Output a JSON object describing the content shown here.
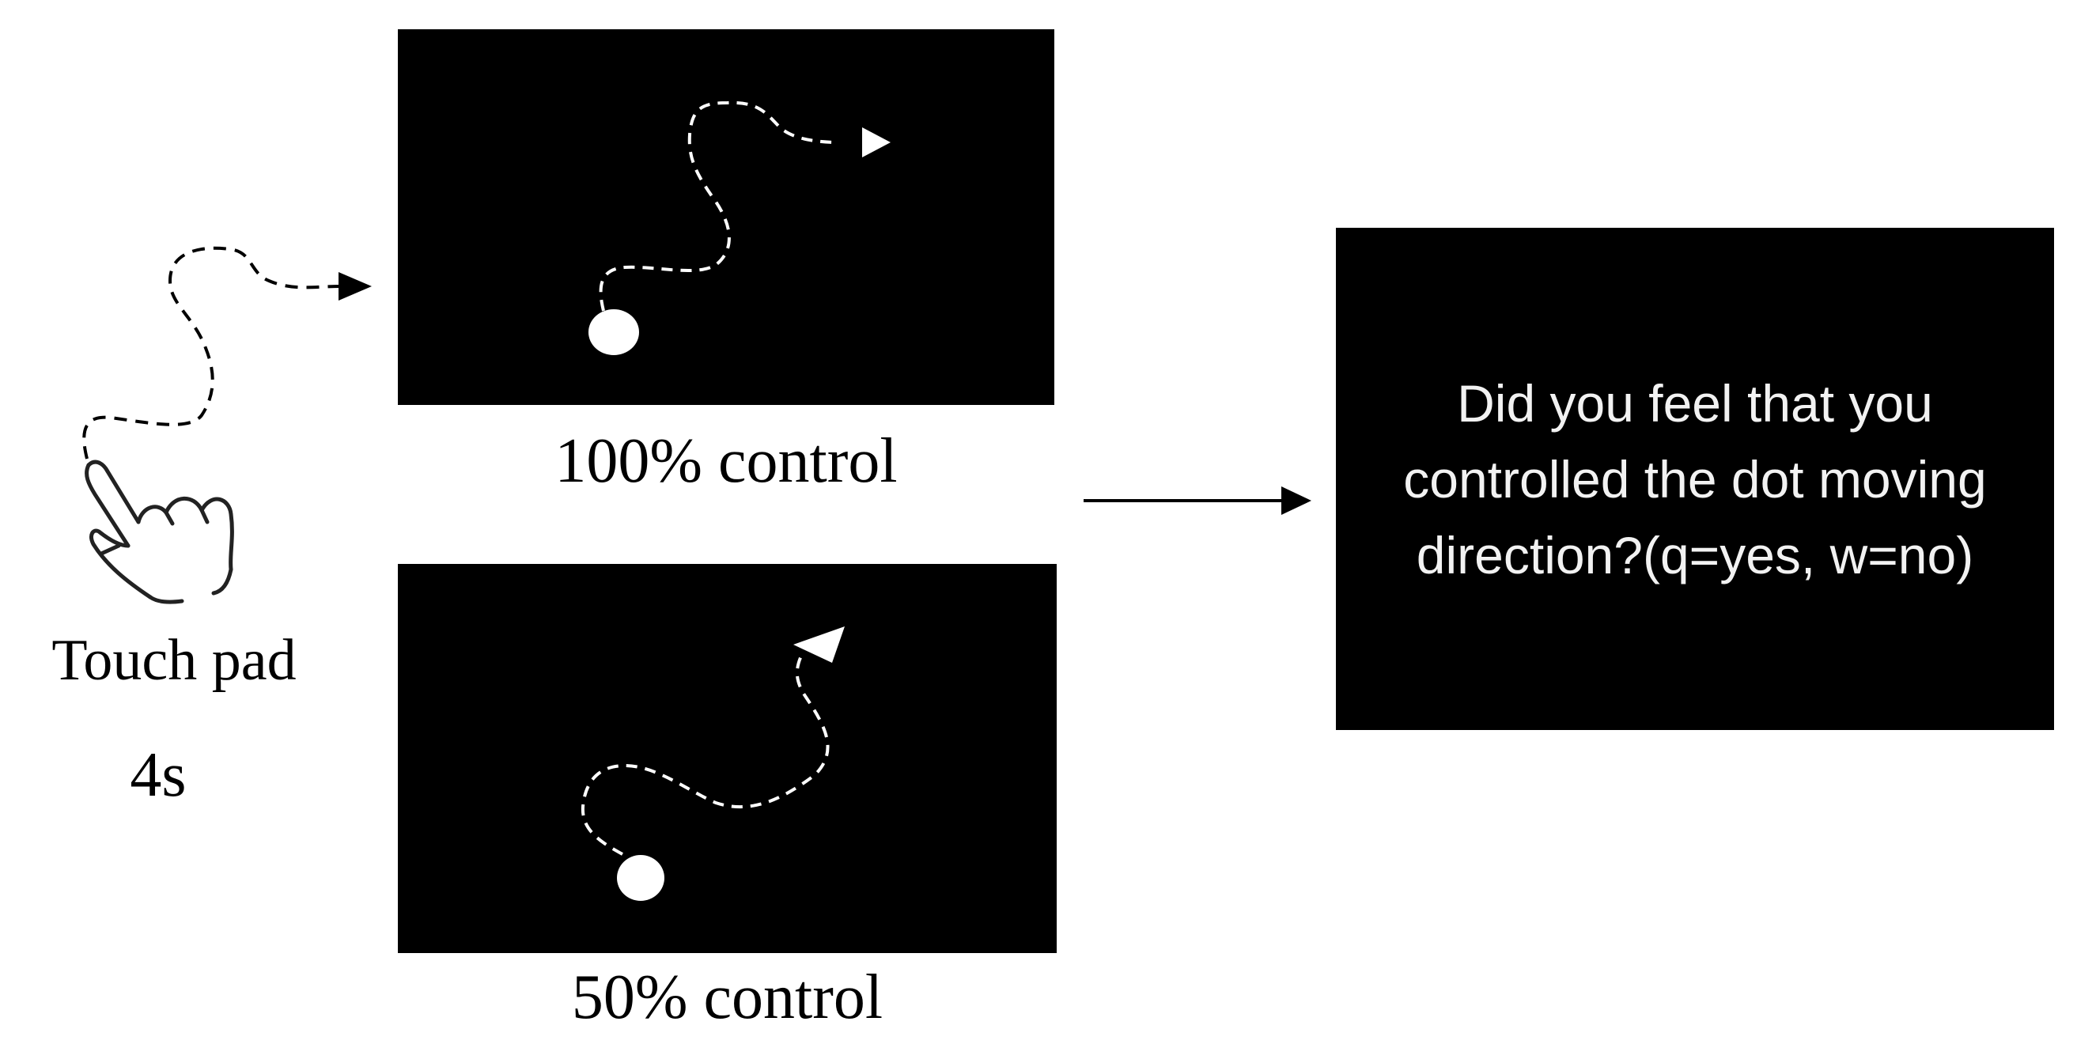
{
  "panels": {
    "full_control": {
      "label": "100% control"
    },
    "half_control": {
      "label": "50% control"
    }
  },
  "input_device": {
    "label": "Touch pad",
    "duration": "4s",
    "icon": "hand-pointer-icon"
  },
  "question": {
    "text": "Did you feel that you\ncontrolled the dot moving\ndirection?(q=yes, w=no)"
  },
  "colors": {
    "screen_background": "#000000",
    "screen_foreground": "#ffffff",
    "arrow_color": "#000000"
  }
}
